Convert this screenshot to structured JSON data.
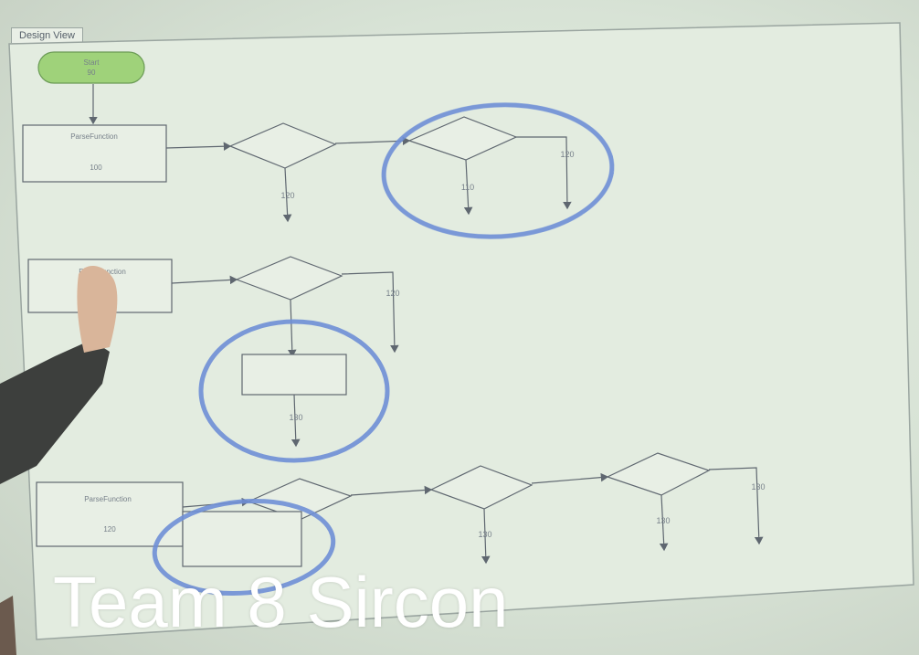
{
  "window": {
    "tab_label": "Design View"
  },
  "start_node": {
    "line1": "Start",
    "line2": "90"
  },
  "rows": [
    {
      "function_label": "ParseFunction",
      "function_value": "100",
      "branch_labels": [
        "120",
        "110",
        "120"
      ]
    },
    {
      "function_label": "ParseFunction",
      "branch_labels": [
        "120",
        "130"
      ]
    },
    {
      "function_label": "ParseFunction",
      "function_value": "120",
      "branch_labels": [
        "130",
        "130",
        "130"
      ]
    }
  ],
  "caption": "Team 8 Sircon",
  "colors": {
    "highlight_ring": "#6f8fd6",
    "start_fill": "#9fd27a",
    "line": "#5f6770"
  }
}
